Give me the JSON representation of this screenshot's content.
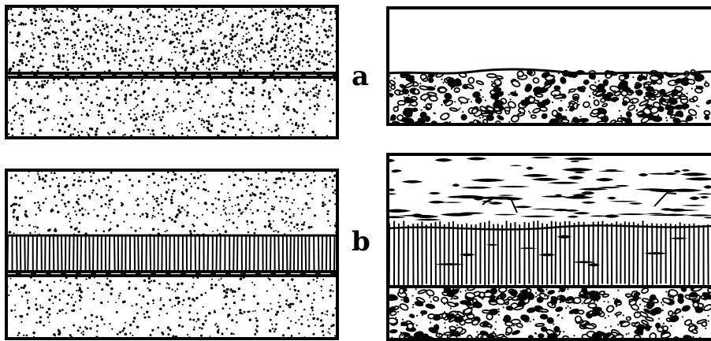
{
  "labels": {
    "a": "a",
    "b": "b"
  },
  "colors": {
    "ink": "#000000",
    "paper": "#ffffff"
  },
  "panels": [
    {
      "name": "panel-a-left",
      "layers": [
        "dotted-sand",
        "thin-band",
        "dotted-sand"
      ]
    },
    {
      "name": "panel-a-right",
      "layers": [
        "blank",
        "pebble-gravel"
      ]
    },
    {
      "name": "panel-b-left",
      "layers": [
        "dotted-sand",
        "vertical-hatched-band",
        "thin-band",
        "dotted-sand"
      ]
    },
    {
      "name": "panel-b-right",
      "layers": [
        "lensed-flecks",
        "vertical-hatched-band",
        "pebble-gravel"
      ]
    }
  ]
}
